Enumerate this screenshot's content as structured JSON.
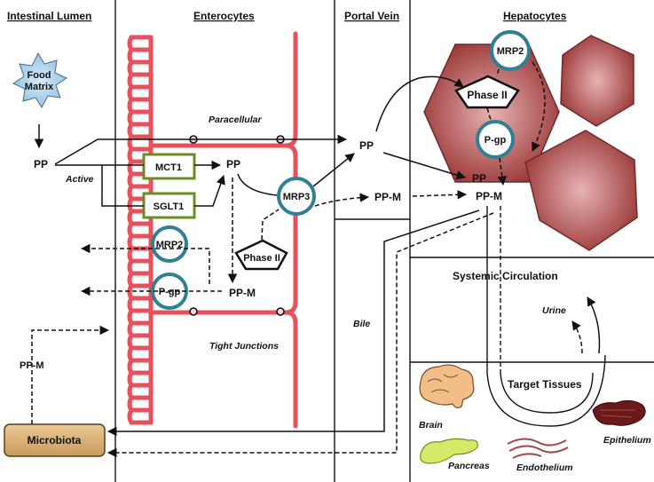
{
  "headers": {
    "lumen": "Intestinal Lumen",
    "enterocytes": "Enterocytes",
    "portal_vein": "Portal Vein",
    "hepatocytes": "Hepatocytes"
  },
  "lumen": {
    "food_matrix_line1": "Food",
    "food_matrix_line2": "Matrix",
    "pp": "PP",
    "active": "Active",
    "pp_m": "PP-M",
    "microbiota": "Microbiota"
  },
  "enterocyte": {
    "paracellular": "Paracellular",
    "mct1": "MCT1",
    "sglt1": "SGLT1",
    "pp": "PP",
    "mrp3": "MRP3",
    "mrp2": "MRP2",
    "pgp": "P-gp",
    "phase2": "Phase II",
    "pp_m": "PP-M",
    "tight_junctions": "Tight Junctions"
  },
  "portal": {
    "pp": "PP",
    "pp_m": "PP-M",
    "bile": "Bile"
  },
  "liver": {
    "mrp2": "MRP2",
    "phase2": "Phase II",
    "pgp": "P-gp",
    "pp": "PP",
    "pp_m": "PP-M"
  },
  "systemic": {
    "title": "Systemic Circulation",
    "urine": "Urine"
  },
  "tissues": {
    "title": "Target Tissues",
    "brain": "Brain",
    "pancreas": "Pancreas",
    "endothelium": "Endothelium",
    "epithelium": "Epithelium"
  },
  "colors": {
    "membrane": "#e8505b",
    "transporter_ring": "#2f7f95",
    "transporter_green": "#6b8e23",
    "hexagon": "#a84a4a",
    "microbiota": "#d9b27a",
    "food_matrix": "#a8cfe8"
  }
}
